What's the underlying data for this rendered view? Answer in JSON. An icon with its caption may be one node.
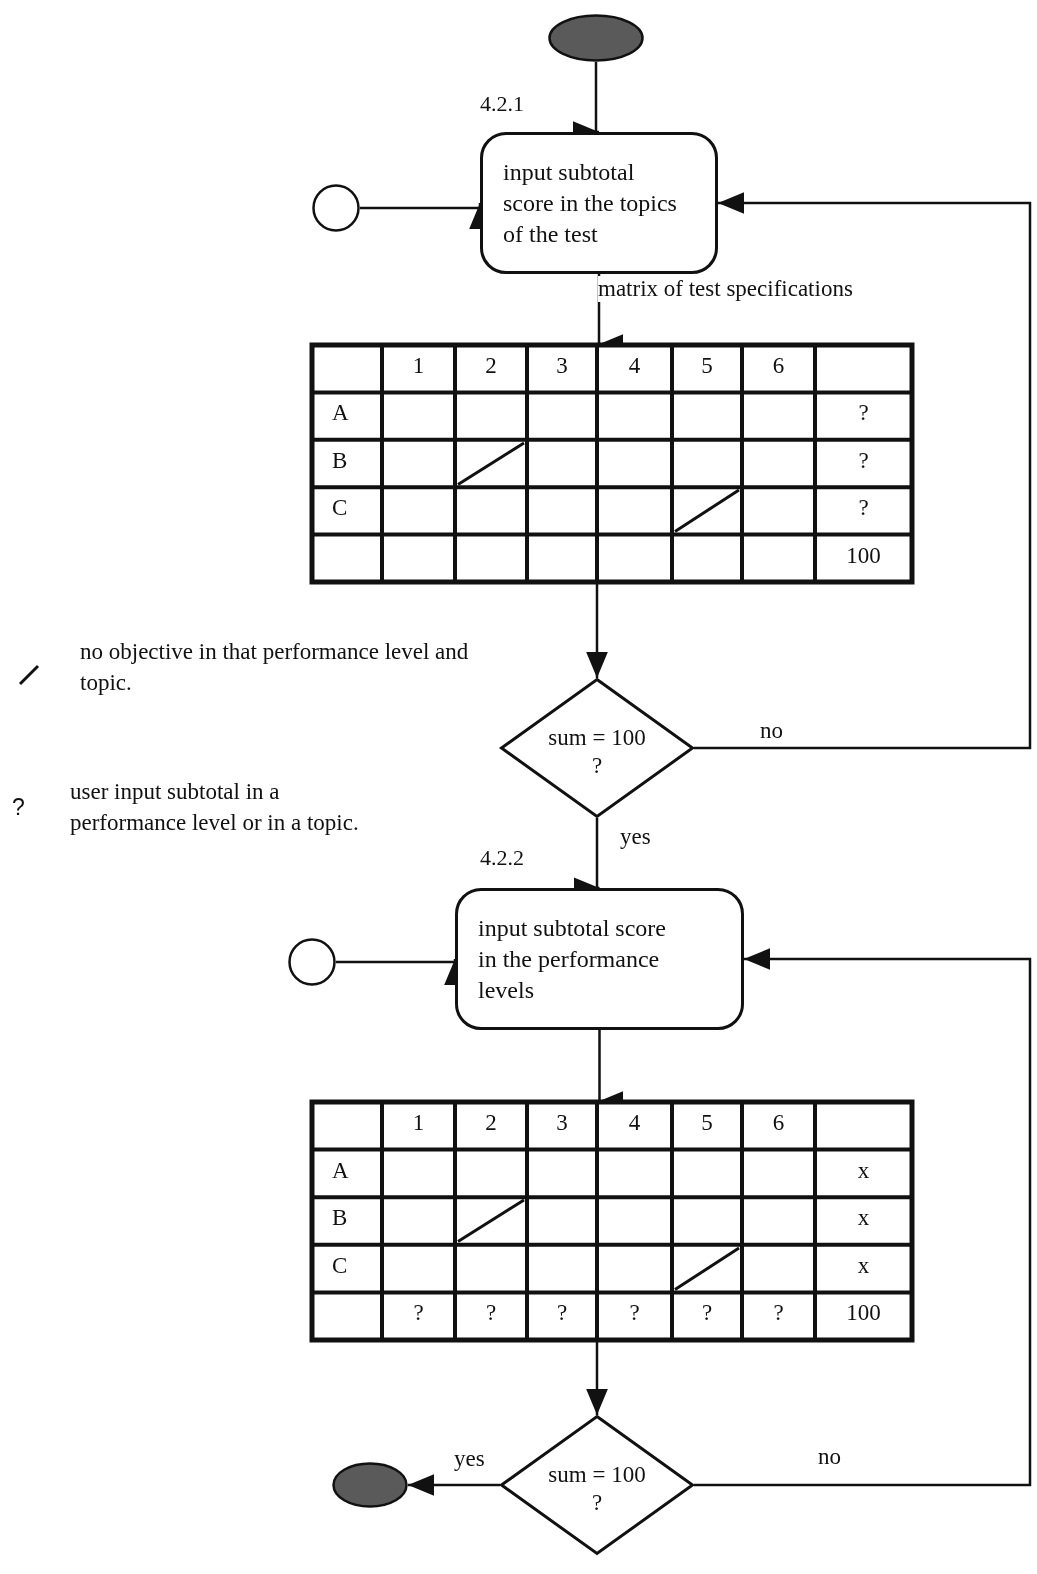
{
  "diagram": {
    "nodes": [
      {
        "text": [],
        "shape": "circle"
      },
      {
        "text": [],
        "shape": "circle"
      },
      {
        "text": [
          "input subtotal score in the topics of the test"
        ],
        "beside": [
          "4.2.1"
        ]
      },
      {
        "text": [
          "1",
          "2",
          "3",
          "4",
          "5",
          "6",
          "A",
          "?",
          "B",
          "?",
          "C",
          "?",
          "100"
        ]
      },
      {
        "text": [
          "sum = 100 ?"
        ]
      },
      {
        "text": [],
        "shape": "circle"
      },
      {
        "text": [
          "input subtotal score in the performance levels"
        ],
        "beside": [
          "4.2.2"
        ]
      },
      {
        "text": [
          "1",
          "2",
          "3",
          "4",
          "5",
          "6",
          "A",
          "x",
          "B",
          "x",
          "C",
          "x",
          "?",
          "?",
          "?",
          "?",
          "?",
          "?",
          "100"
        ]
      },
      {
        "text": [
          "sum = 100 ?"
        ]
      },
      {
        "text": [],
        "shape": "circle"
      }
    ],
    "edges": [
      {
        "from": 0,
        "to": 2,
        "arrow": "to"
      },
      {
        "from": 1,
        "to": 2,
        "arrow": "to"
      },
      {
        "from": 2,
        "to": 3,
        "arrow": "to",
        "label": "matrix of test specifications"
      },
      {
        "from": 3,
        "to": 4,
        "arrow": "to"
      },
      {
        "from": 4,
        "to": 2,
        "arrow": "to",
        "label": "no"
      },
      {
        "from": 4,
        "to": 6,
        "arrow": "to",
        "label": "yes"
      },
      {
        "from": 5,
        "to": 6,
        "arrow": "to"
      },
      {
        "from": 6,
        "to": 7,
        "arrow": "to"
      },
      {
        "from": 7,
        "to": 8,
        "arrow": "to"
      },
      {
        "from": 8,
        "to": 9,
        "arrow": "to",
        "label": "yes"
      },
      {
        "from": 8,
        "to": 6,
        "arrow": "to",
        "label": "no"
      }
    ],
    "labels": [
      "no objective in that performance level and topic.",
      "?",
      "user input subtotal in a performance level or in a topic."
    ]
  }
}
